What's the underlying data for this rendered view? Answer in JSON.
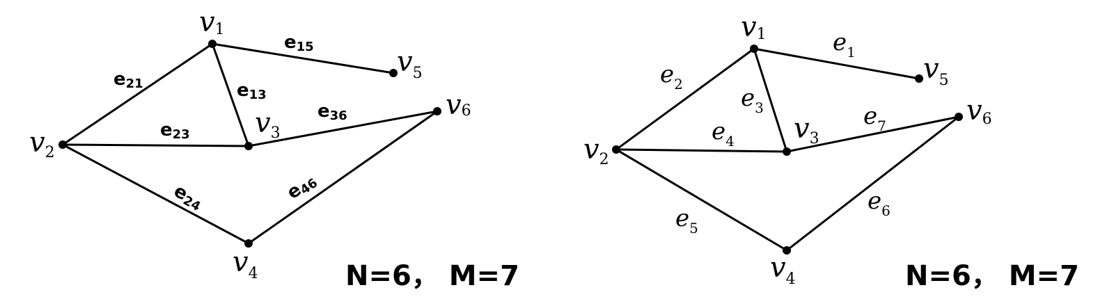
{
  "diagrams": [
    {
      "vertices": [
        {
          "id": "v1",
          "letter": "v",
          "sub": "1"
        },
        {
          "id": "v2",
          "letter": "v",
          "sub": "2"
        },
        {
          "id": "v3",
          "letter": "v",
          "sub": "3"
        },
        {
          "id": "v4",
          "letter": "v",
          "sub": "4"
        },
        {
          "id": "v5",
          "letter": "v",
          "sub": "5"
        },
        {
          "id": "v6",
          "letter": "v",
          "sub": "6"
        }
      ],
      "edges": [
        {
          "from": "v1",
          "to": "v5",
          "letter": "e",
          "sub": "15"
        },
        {
          "from": "v2",
          "to": "v1",
          "letter": "e",
          "sub": "21"
        },
        {
          "from": "v1",
          "to": "v3",
          "letter": "e",
          "sub": "13"
        },
        {
          "from": "v2",
          "to": "v3",
          "letter": "e",
          "sub": "23"
        },
        {
          "from": "v3",
          "to": "v6",
          "letter": "e",
          "sub": "36"
        },
        {
          "from": "v2",
          "to": "v4",
          "letter": "e",
          "sub": "24"
        },
        {
          "from": "v4",
          "to": "v6",
          "letter": "e",
          "sub": "46"
        }
      ],
      "caption": "N=6， M=7"
    },
    {
      "vertices": [
        {
          "id": "v1",
          "letter": "v",
          "sub": "1"
        },
        {
          "id": "v2",
          "letter": "v",
          "sub": "2"
        },
        {
          "id": "v3",
          "letter": "v",
          "sub": "3"
        },
        {
          "id": "v4",
          "letter": "v",
          "sub": "4"
        },
        {
          "id": "v5",
          "letter": "v",
          "sub": "5"
        },
        {
          "id": "v6",
          "letter": "v",
          "sub": "6"
        }
      ],
      "edges": [
        {
          "from": "v1",
          "to": "v5",
          "letter": "e",
          "sub": "1"
        },
        {
          "from": "v2",
          "to": "v1",
          "letter": "e",
          "sub": "2"
        },
        {
          "from": "v1",
          "to": "v3",
          "letter": "e",
          "sub": "3"
        },
        {
          "from": "v2",
          "to": "v3",
          "letter": "e",
          "sub": "4"
        },
        {
          "from": "v2",
          "to": "v4",
          "letter": "e",
          "sub": "5"
        },
        {
          "from": "v4",
          "to": "v6",
          "letter": "e",
          "sub": "6"
        },
        {
          "from": "v3",
          "to": "v6",
          "letter": "e",
          "sub": "7"
        }
      ],
      "caption": "N=6， M=7"
    }
  ]
}
